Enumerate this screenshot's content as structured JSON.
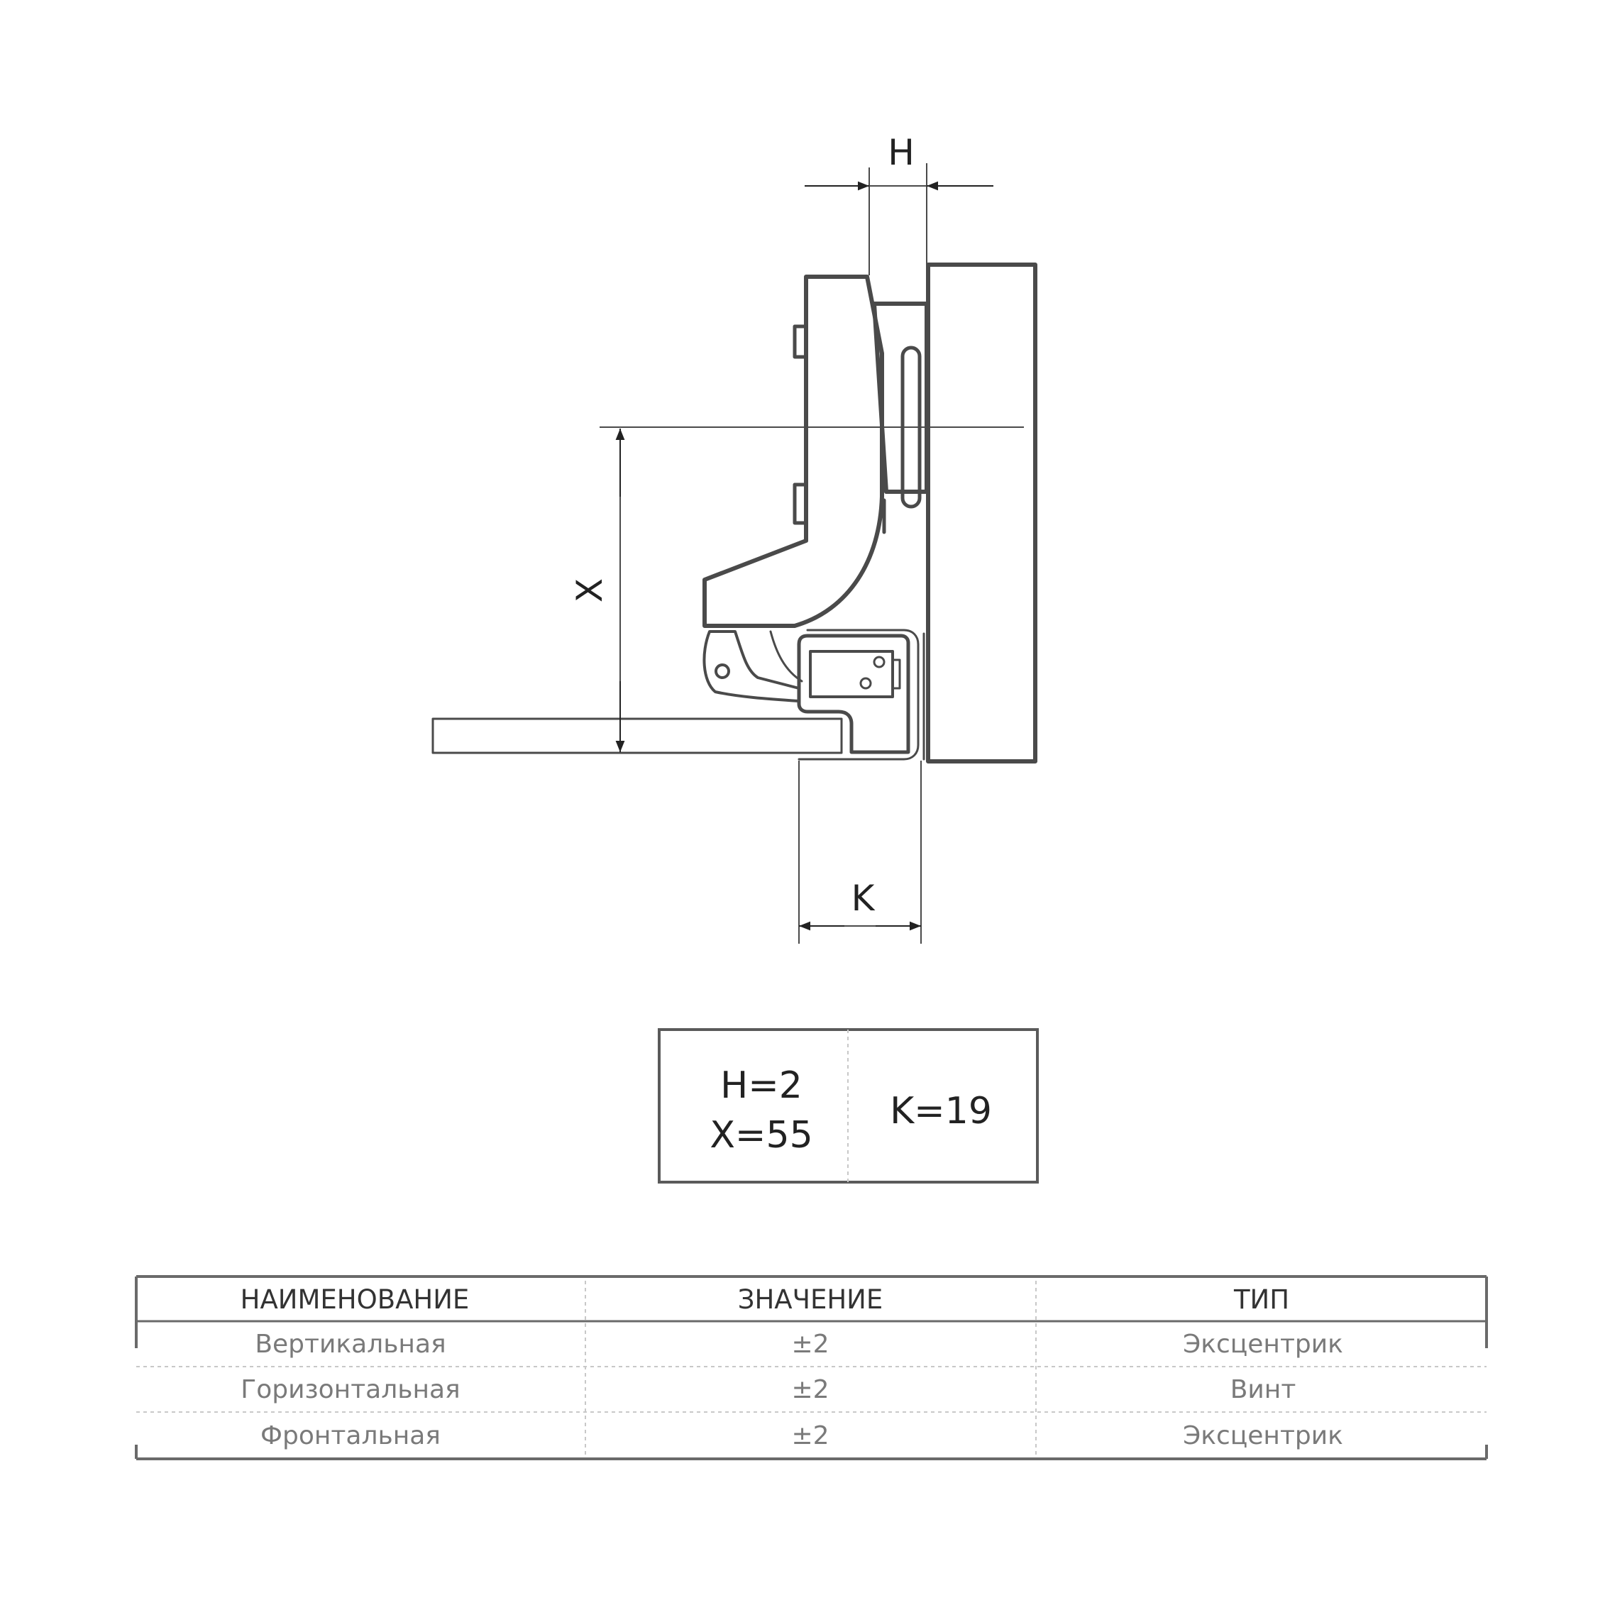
{
  "dimensions": {
    "h_label": "H",
    "x_label": "X",
    "k_label": "K"
  },
  "values_box": {
    "h_value": "H=2",
    "x_value": "X=55",
    "k_value": "K=19"
  },
  "table": {
    "headers": [
      "НАИМЕНОВАНИЕ",
      "ЗНАЧЕНИЕ",
      "ТИП"
    ],
    "rows": [
      [
        "Вертикальная",
        "±2",
        "Эксцентрик"
      ],
      [
        "Горизонтальная",
        "±2",
        "Винт"
      ],
      [
        "Фронтальная",
        "±2",
        "Эксцентрик"
      ]
    ]
  },
  "colors": {
    "line": "#4a4a4a",
    "text": "#222222",
    "muted_text": "#7a7a7a",
    "divider": "#c8c8c8"
  }
}
